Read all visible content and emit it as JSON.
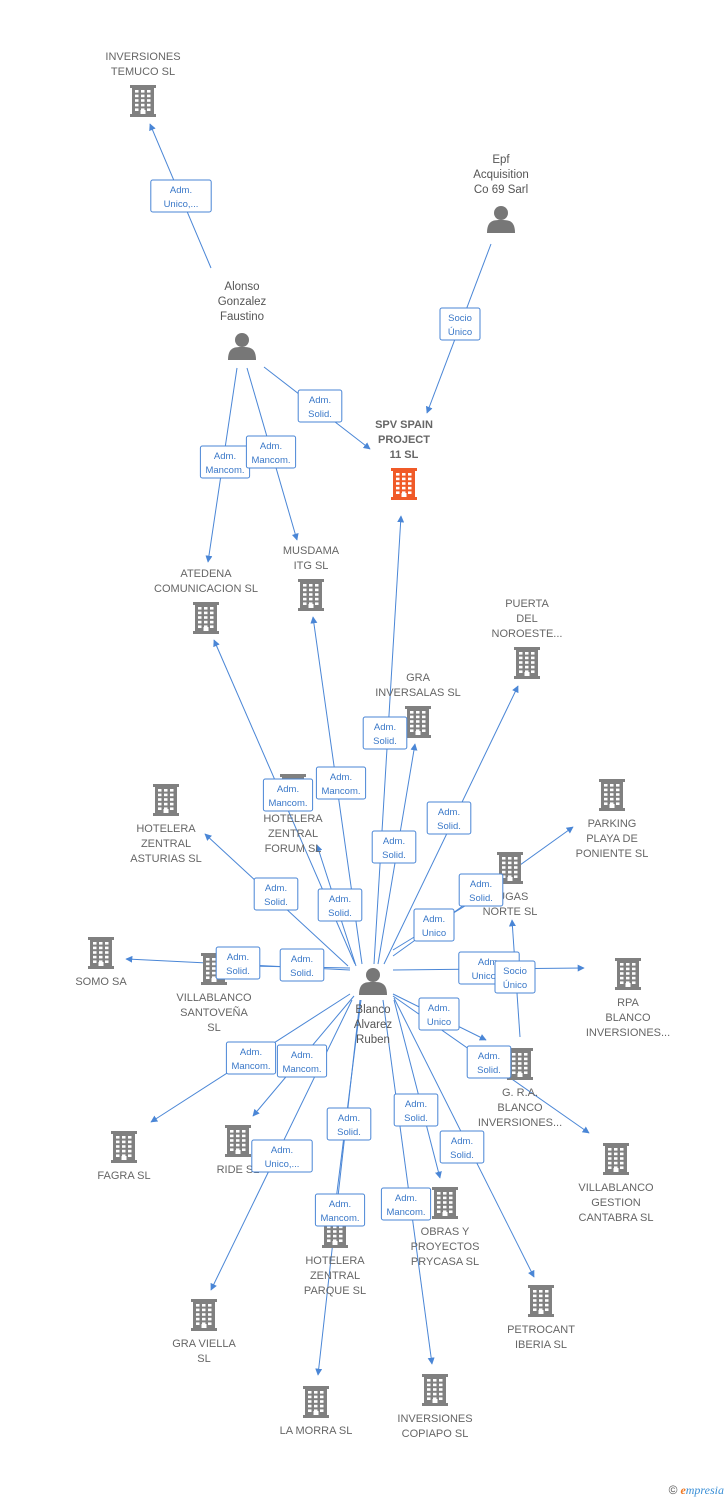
{
  "colors": {
    "edge": "#4a86d6",
    "company": "#808080",
    "focus": "#f05a28",
    "person": "#777777"
  },
  "nodes": [
    {
      "id": "temuco",
      "kind": "company",
      "lines": [
        "INVERSIONES",
        "TEMUCO  SL"
      ],
      "icon": "building-icon"
    },
    {
      "id": "epf",
      "kind": "person",
      "lines": [
        "Epf",
        "Acquisition",
        "Co 69 Sarl"
      ],
      "icon": "person-icon"
    },
    {
      "id": "alonso",
      "kind": "person",
      "lines": [
        "Alonso",
        "Gonzalez",
        "Faustino"
      ],
      "icon": "person-icon"
    },
    {
      "id": "spv",
      "kind": "focus",
      "lines": [
        "SPV SPAIN",
        "PROJECT",
        "11  SL"
      ],
      "icon": "building-icon"
    },
    {
      "id": "atedena",
      "kind": "company",
      "lines": [
        "ATEDENA",
        "COMUNICACION SL"
      ],
      "icon": "building-icon"
    },
    {
      "id": "musdama",
      "kind": "company",
      "lines": [
        "MUSDAMA",
        "ITG  SL"
      ],
      "icon": "building-icon"
    },
    {
      "id": "puerta",
      "kind": "company",
      "lines": [
        "PUERTA",
        "DEL",
        "NOROESTE..."
      ],
      "icon": "building-icon"
    },
    {
      "id": "gra_inv",
      "kind": "company",
      "lines": [
        "GRA",
        "INVERSALAS SL"
      ],
      "icon": "building-icon"
    },
    {
      "id": "forum",
      "kind": "company",
      "lines": [
        "HOTELERA",
        "ZENTRAL",
        "FORUM  SL"
      ],
      "icon": "building-icon"
    },
    {
      "id": "asturias",
      "kind": "company",
      "lines": [
        "HOTELERA",
        "ZENTRAL",
        "ASTURIAS  SL"
      ],
      "icon": "building-icon"
    },
    {
      "id": "parking",
      "kind": "company",
      "lines": [
        "PARKING",
        "PLAYA DE",
        "PONIENTE  SL"
      ],
      "icon": "building-icon"
    },
    {
      "id": "jugas",
      "kind": "company",
      "lines": [
        "JUGAS",
        "NORTE  SL"
      ],
      "icon": "building-icon"
    },
    {
      "id": "somo",
      "kind": "company",
      "lines": [
        "SOMO SA"
      ],
      "icon": "building-icon"
    },
    {
      "id": "santovena",
      "kind": "company",
      "lines": [
        "VILLABLANCO",
        "SANTOVEÑA",
        "SL"
      ],
      "icon": "building-icon"
    },
    {
      "id": "blanco",
      "kind": "person",
      "lines": [
        "Blanco",
        "Alvarez",
        "Ruben"
      ],
      "icon": "person-icon"
    },
    {
      "id": "rpa",
      "kind": "company",
      "lines": [
        "RPA",
        "BLANCO",
        "INVERSIONES..."
      ],
      "icon": "building-icon"
    },
    {
      "id": "gra_blanco",
      "kind": "company",
      "lines": [
        "G. R.A.",
        "BLANCO",
        "INVERSIONES..."
      ],
      "icon": "building-icon"
    },
    {
      "id": "fagra",
      "kind": "company",
      "lines": [
        "FAGRA SL"
      ],
      "icon": "building-icon"
    },
    {
      "id": "ride",
      "kind": "company",
      "lines": [
        "RIDE SL"
      ],
      "icon": "building-icon"
    },
    {
      "id": "cantabra",
      "kind": "company",
      "lines": [
        "VILLABLANCO",
        "GESTION",
        "CANTABRA  SL"
      ],
      "icon": "building-icon"
    },
    {
      "id": "parque",
      "kind": "company",
      "lines": [
        "HOTELERA",
        "ZENTRAL",
        "PARQUE  SL"
      ],
      "icon": "building-icon"
    },
    {
      "id": "prycasa",
      "kind": "company",
      "lines": [
        "OBRAS Y",
        "PROYECTOS",
        "PRYCASA  SL"
      ],
      "icon": "building-icon"
    },
    {
      "id": "petrocant",
      "kind": "company",
      "lines": [
        "PETROCANT",
        "IBERIA  SL"
      ],
      "icon": "building-icon"
    },
    {
      "id": "viella",
      "kind": "company",
      "lines": [
        "GRA VIELLA",
        "SL"
      ],
      "icon": "building-icon"
    },
    {
      "id": "morra",
      "kind": "company",
      "lines": [
        "LA MORRA SL"
      ],
      "icon": "building-icon"
    },
    {
      "id": "copiapo",
      "kind": "company",
      "lines": [
        "INVERSIONES",
        "COPIAPO  SL"
      ],
      "icon": "building-icon"
    }
  ],
  "edges": [
    {
      "from": "alonso",
      "to": "temuco",
      "label": [
        "Adm.",
        "Unico,..."
      ]
    },
    {
      "from": "epf",
      "to": "spv",
      "label": [
        "Socio",
        "Único"
      ]
    },
    {
      "from": "alonso",
      "to": "spv",
      "label": [
        "Adm.",
        "Solid."
      ]
    },
    {
      "from": "alonso",
      "to": "atedena",
      "label": [
        "Adm.",
        "Mancom."
      ]
    },
    {
      "from": "alonso",
      "to": "musdama",
      "label": [
        "Adm.",
        "Mancom."
      ]
    },
    {
      "from": "blanco",
      "to": "spv",
      "label": [
        "Adm.",
        "Solid."
      ]
    },
    {
      "from": "blanco",
      "to": "gra_inv",
      "label": [
        "Adm.",
        "Solid."
      ]
    },
    {
      "from": "blanco",
      "to": "puerta",
      "label": [
        "Adm.",
        "Solid."
      ]
    },
    {
      "from": "blanco",
      "to": "atedena",
      "label": [
        "Adm.",
        "Mancom."
      ]
    },
    {
      "from": "blanco",
      "to": "musdama",
      "label": [
        "Adm.",
        "Mancom."
      ]
    },
    {
      "from": "blanco",
      "to": "forum",
      "label": [
        "Adm.",
        "Solid."
      ]
    },
    {
      "from": "blanco",
      "to": "asturias",
      "label": [
        "Adm.",
        "Solid."
      ]
    },
    {
      "from": "blanco",
      "to": "parking",
      "label": [
        "Adm.",
        "Solid."
      ]
    },
    {
      "from": "blanco",
      "to": "jugas",
      "label": [
        "Adm.",
        "Unico"
      ]
    },
    {
      "from": "blanco",
      "to": "somo",
      "label": [
        "Adm.",
        "Solid."
      ]
    },
    {
      "from": "blanco",
      "to": "santovena",
      "label": [
        "Adm.",
        "Solid."
      ]
    },
    {
      "from": "blanco",
      "to": "rpa",
      "label": [
        "Adm.",
        "Unico,..."
      ]
    },
    {
      "from": "blanco",
      "to": "gra_blanco",
      "label": [
        "Adm.",
        "Unico"
      ]
    },
    {
      "from": "jugas",
      "to": "cantabra",
      "label": [
        "Socio",
        "Único"
      ]
    },
    {
      "from": "blanco",
      "to": "cantabra",
      "label": [
        "Adm.",
        "Solid."
      ]
    },
    {
      "from": "blanco",
      "to": "fagra",
      "label": [
        "Adm.",
        "Mancom."
      ]
    },
    {
      "from": "blanco",
      "to": "ride",
      "label": [
        "Adm.",
        "Mancom."
      ]
    },
    {
      "from": "blanco",
      "to": "viella",
      "label": [
        "Adm.",
        "Unico,..."
      ]
    },
    {
      "from": "blanco",
      "to": "parque",
      "label": [
        "Adm.",
        "Solid."
      ]
    },
    {
      "from": "blanco",
      "to": "morra",
      "label": [
        "Adm.",
        "Mancom."
      ]
    },
    {
      "from": "blanco",
      "to": "prycasa",
      "label": [
        "Adm.",
        "Solid."
      ]
    },
    {
      "from": "blanco",
      "to": "copiapo",
      "label": [
        "Adm.",
        "Mancom."
      ]
    },
    {
      "from": "blanco",
      "to": "petrocant",
      "label": [
        "Adm.",
        "Solid."
      ]
    }
  ],
  "footer": {
    "copyright": "©",
    "brand_e": "e",
    "brand_rest": "mpresia"
  }
}
